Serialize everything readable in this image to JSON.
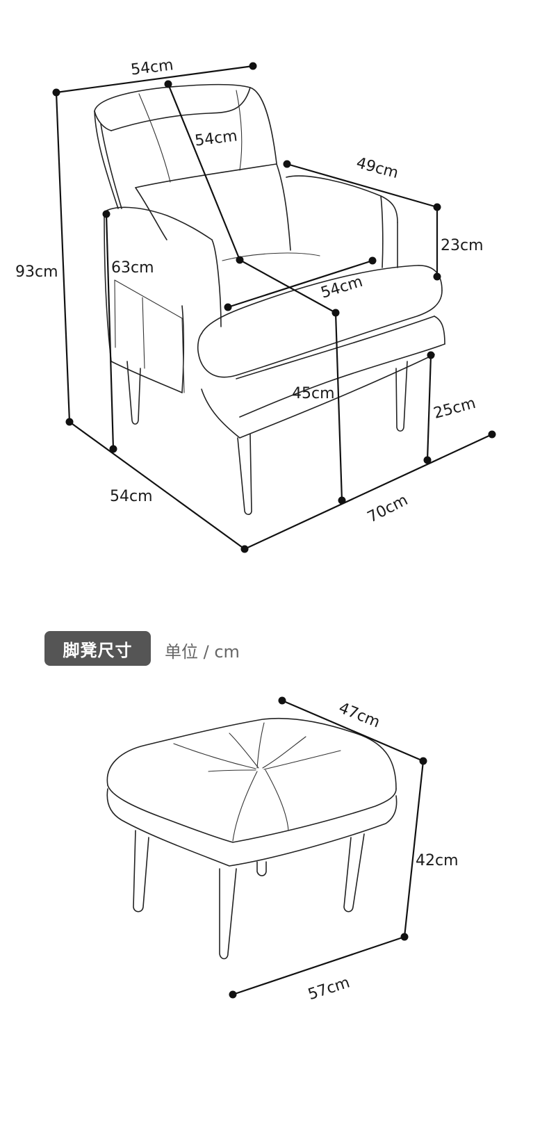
{
  "armchair": {
    "top_width": "54cm",
    "back_depth": "54cm",
    "arm_length": "49cm",
    "arm_height": "23cm",
    "total_height": "93cm",
    "arm_floor_height": "63cm",
    "seat_width": "54cm",
    "seat_height": "45cm",
    "base_height": "25cm",
    "base_width": "54cm",
    "base_depth": "70cm"
  },
  "ottoman": {
    "section_title": "脚凳尺寸",
    "unit_label": "单位 / cm",
    "depth": "47cm",
    "height": "42cm",
    "width": "57cm"
  }
}
